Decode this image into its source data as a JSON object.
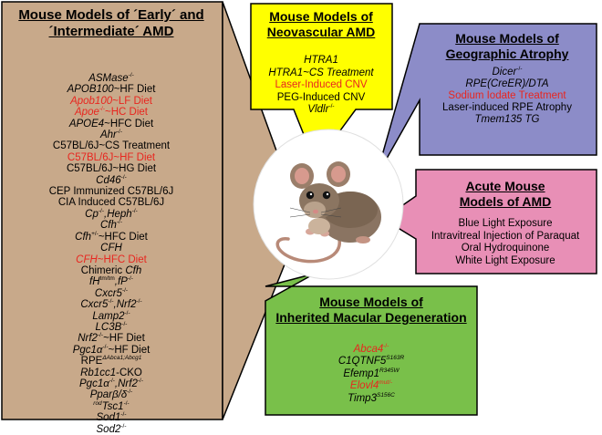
{
  "early_intermediate": {
    "title_line1": "Mouse Models of ´Early´ and",
    "title_line2": "´Intermediate´ AMD",
    "items": [
      {
        "a": "ASMase",
        "b": "",
        "sup": "-/-",
        "c": ""
      },
      {
        "a": "APOB100",
        "b": "",
        "sup": "",
        "c": "~HF Diet"
      },
      {
        "a": "Apob100",
        "b": "",
        "sup": "",
        "c": "~LF Diet"
      },
      {
        "a": "Apoe",
        "b": "",
        "sup": "-/-",
        "c": "~HC Diet"
      },
      {
        "a": "APOE4",
        "b": "",
        "sup": "",
        "c": "~HFC Diet"
      },
      {
        "a": "Ahr",
        "b": "",
        "sup": "-/-",
        "c": ""
      },
      {
        "a": "",
        "b": "C57BL/6J~CS Treatment",
        "sup": "",
        "c": ""
      },
      {
        "a": "",
        "b": "C57BL/6J~HF Diet",
        "sup": "",
        "c": ""
      },
      {
        "a": "",
        "b": "C57BL/6J~HG Diet",
        "sup": "",
        "c": ""
      },
      {
        "a": "Cd46",
        "b": "",
        "sup": "-/-",
        "c": ""
      },
      {
        "a": "",
        "b": "CEP Immunized C57BL/6J",
        "sup": "",
        "c": ""
      },
      {
        "a": "",
        "b": "CIA Induced C57BL/6J",
        "sup": "",
        "c": ""
      },
      {
        "a": "Cp",
        "b": "",
        "sup": "-/-",
        "c": ",Heph",
        "sup2": "-/-"
      },
      {
        "a": "Cfh",
        "b": "",
        "sup": "-/-",
        "c": ""
      },
      {
        "a": "Cfh",
        "b": "",
        "sup": "+/-",
        "c": "~HFC Diet"
      },
      {
        "a": "CFH",
        "b": "",
        "sup": "",
        "c": ""
      },
      {
        "a": "CFH",
        "b": "",
        "sup": "",
        "c": "~HFC Diet"
      },
      {
        "a": "",
        "b": "Chimeric ",
        "sup": "",
        "c": "",
        "tail_it": "Cfh"
      },
      {
        "a": "fH",
        "b": "",
        "sup": "tm/tm",
        "c": ",fP",
        "sup2": "-/-"
      },
      {
        "a": "Cxcr5",
        "b": "",
        "sup": "-/-",
        "c": ""
      },
      {
        "a": "Cxcr5",
        "b": "",
        "sup": "-/-",
        "c": ",Nrf2",
        "sup2": "-/-"
      },
      {
        "a": "Lamp2",
        "b": "",
        "sup": "-/-",
        "c": ""
      },
      {
        "a": "LC3B",
        "b": "",
        "sup": "-/-",
        "c": ""
      },
      {
        "a": "Nrf2",
        "b": "",
        "sup": "-/-",
        "c": "~HF Diet"
      },
      {
        "a": "Pgc1α",
        "b": "",
        "sup": "-/-",
        "c": "~HF Diet"
      },
      {
        "a": "",
        "b": "RPE",
        "sup": "ΔAbca1;Abcg1",
        "c": ""
      },
      {
        "a": "Rb1cc1",
        "b": "",
        "sup": "",
        "c": "-CKO"
      },
      {
        "a": "Pgc1α",
        "b": "",
        "sup": "-/-",
        "c": ",Nrf2",
        "sup2": "-/-"
      },
      {
        "a": "Pparβ/δ",
        "b": "",
        "sup": "-/-",
        "c": ""
      },
      {
        "a": "Tsc1",
        "b": "",
        "sup": "-/-",
        "c": "",
        "pre_sup": "rod"
      },
      {
        "a": "Sod1",
        "b": "",
        "sup": "-/-",
        "c": ""
      },
      {
        "a": "Sod2",
        "b": "",
        "sup": "-/-",
        "c": ""
      }
    ],
    "red_indices": [
      2,
      3,
      7,
      16
    ]
  },
  "neovascular": {
    "title_line1": "Mouse Models of",
    "title_line2": "Neovascular AMD",
    "items": [
      "HTRA1",
      "HTRA1~CS Treatment",
      "Laser-Induced CNV",
      "PEG-Induced CNV",
      "Vldlr"
    ],
    "sup": "-/-"
  },
  "geographic": {
    "title_line1": "Mouse Models of",
    "title_line2": "Geographic Atrophy",
    "items": [
      "Dicer",
      "RPE(CreER)/DTA",
      "Sodium Iodate Treatment",
      "Laser-induced RPE Atrophy",
      "Tmem135 TG"
    ],
    "sup": "-/-"
  },
  "acute": {
    "title_line1": "Acute Mouse",
    "title_line2": "Models of AMD",
    "items": [
      "Blue Light Exposure",
      "Intravitreal Injection of Paraquat",
      "Oral Hydroquinone",
      "White Light Exposure"
    ]
  },
  "inherited": {
    "title_line1": "Mouse Models of",
    "title_line2": "Inherited Macular Degeneration",
    "items": [
      "Abca4",
      "C1QTNF5",
      "Efemp1",
      "Elovl4",
      "Timp3"
    ],
    "sups": [
      "-/-",
      "S163R",
      "R345W",
      "mut/-",
      "S156C"
    ]
  },
  "colors": {
    "left_panel": "#c8a98a",
    "neovascular": "#ffff00",
    "geographic": "#8c8cc8",
    "acute": "#e88fb6",
    "inherited": "#79c04a",
    "red_text": "#e8261f"
  }
}
